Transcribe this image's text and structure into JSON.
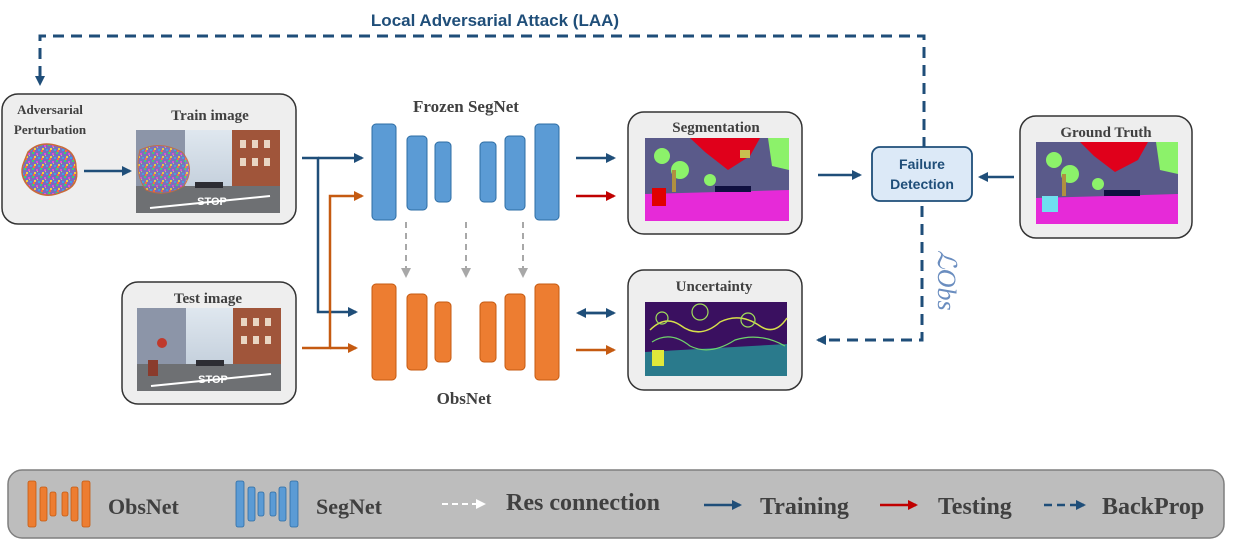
{
  "title": "Local Adversarial  Attack (LAA)",
  "boxes": {
    "adversarial_label": [
      "Adversarial",
      "Perturbation"
    ],
    "train_image": "Train image",
    "test_image": "Test image",
    "segmentation": "Segmentation",
    "uncertainty": "Uncertainty",
    "ground_truth": "Ground Truth",
    "failure_detection": [
      "Failure",
      "Detection"
    ]
  },
  "networks": {
    "frozen_segnet": "Frozen SegNet",
    "obsnet": "ObsNet"
  },
  "loss_label": "ℒObs",
  "street_sign": "STOP",
  "legend": {
    "obsnet": "ObsNet",
    "segnet": "SegNet",
    "res_connection": "Res connection",
    "training": "Training",
    "testing": "Testing",
    "backprop": "BackProp"
  },
  "colors": {
    "navy": "#1f4e79",
    "orange": "#ed7d31",
    "blue": "#5b9bd5",
    "red": "#c00000",
    "magenta": "#e62ad8",
    "slate": "#5a5a8a",
    "lime": "#8cf26a",
    "uncertainty_bg": "#3a1060",
    "box_fill": "#eeeeee",
    "failure_fill": "#dce9f7"
  }
}
